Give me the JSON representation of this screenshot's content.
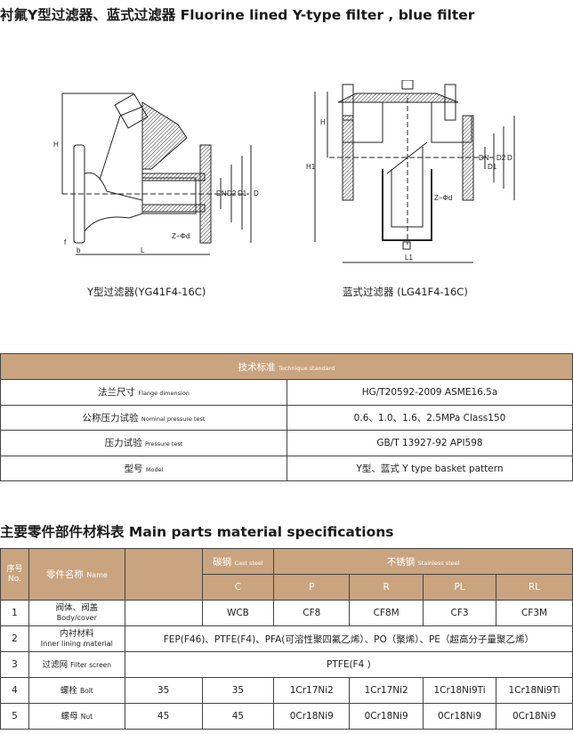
{
  "title1": "衬氟Y型过滤器、蓝式过滤器 Fluorine lined Y-type filter , blue filter",
  "drawings": {
    "y_filter": {
      "caption": "Y型过滤器(YG41F4-16C)",
      "labels": {
        "H": "H",
        "DN": "DN",
        "D2": "D2",
        "D1": "D1",
        "D": "D",
        "Zd": "Z−Φd",
        "L": "L",
        "b": "b",
        "f": "f"
      }
    },
    "basket_filter": {
      "caption": "蓝式过滤器 (LG41F4-16C)",
      "labels": {
        "H": "H",
        "H1": "H1",
        "DN": "DN",
        "D1": "D1",
        "D2": "D2",
        "D": "D",
        "Zd": "Z−Φd",
        "L1": "L1"
      }
    }
  },
  "tech": {
    "header_cn": "技术标准",
    "header_en": "Technique standard",
    "rows": [
      {
        "cn": "法兰尺寸",
        "en": "Flange dimension",
        "value": "HG/T20592-2009 ASME16.5a"
      },
      {
        "cn": "公称压力试验",
        "en": "Nominal pressure test",
        "value": "0.6、1.0、1.6、2.5MPa Class150"
      },
      {
        "cn": "压力试验",
        "en": "Pressure test",
        "value": "GB/T 13927-92 API598"
      },
      {
        "cn": "型号",
        "en": "Model",
        "value": "Y型、蓝式 Y type basket pattern"
      }
    ]
  },
  "title2": "主要零件部件材料表 Main parts material specifications",
  "parts": {
    "h_no_cn": "序号",
    "h_no_en": "No.",
    "h_name_cn": "零件名称",
    "h_name_en": "Name",
    "h_cast_cn": "碳钢",
    "h_cast_en": "Cast steel",
    "h_ss_cn": "不锈钢",
    "h_ss_en": "Stainless steel",
    "codes": [
      "C",
      "P",
      "R",
      "PL",
      "RL"
    ],
    "rows": [
      {
        "no": "1",
        "cn": "阀体、阀盖",
        "en": "Body/cover",
        "vals": [
          "",
          "WCB",
          "CF8",
          "CF8M",
          "CF3",
          "CF3M"
        ]
      },
      {
        "no": "2",
        "cn": "内衬材料",
        "en": "Inner lining material",
        "span": "FEP(F46)、PTFE(F4)、PFA(可溶性聚四氟乙烯）、PO（聚烯）、PE（超高分子量聚乙烯）"
      },
      {
        "no": "3",
        "cn": "过滤网",
        "en": "Filter screen",
        "span": "PTFE(F4 )"
      },
      {
        "no": "4",
        "cn": "螺栓",
        "en": "Bolt",
        "vals": [
          "35",
          "35",
          "1Cr17Ni2",
          "1Cr17Ni2",
          "1Cr18Ni9Ti",
          "1Cr18Ni9Ti"
        ]
      },
      {
        "no": "5",
        "cn": "螺母",
        "en": "Nut",
        "vals": [
          "45",
          "45",
          "0Cr18Ni9",
          "0Cr18Ni9",
          "0Cr18Ni9",
          "0Cr18Ni9"
        ]
      }
    ]
  }
}
